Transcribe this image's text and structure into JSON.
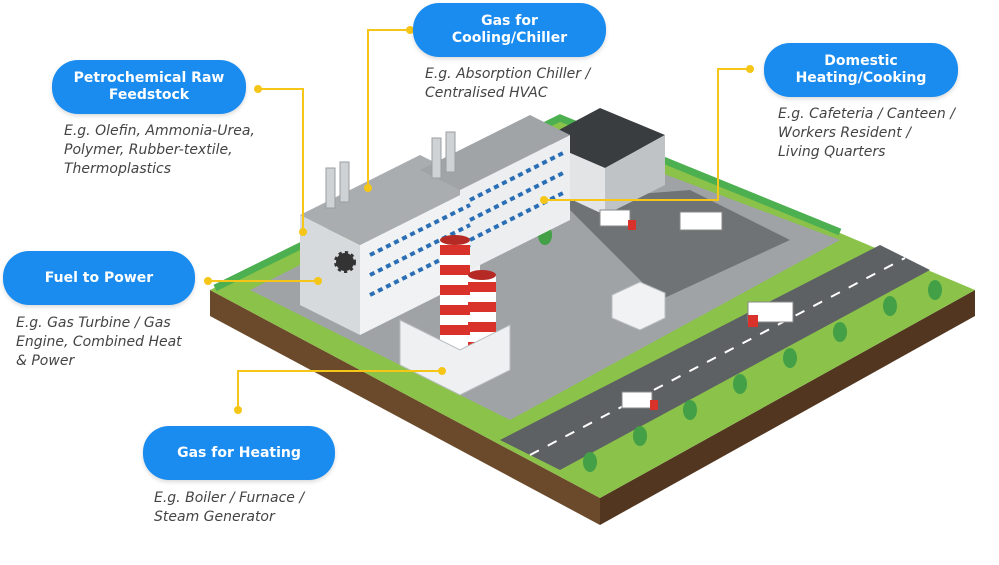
{
  "colors": {
    "pill": "#1a8cf0",
    "connector": "#f5c518",
    "grass": "#8bc34a",
    "soil": "#6b4a2b",
    "road": "#5d6163"
  },
  "labels": [
    {
      "title": "Gas for\nCooling/Chiller",
      "desc": "E.g. Absorption Chiller /\nCentralised HVAC"
    },
    {
      "title": "Petrochemical Raw\nFeedstock",
      "desc": "E.g. Olefin, Ammonia-Urea,\nPolymer, Rubber-textile,\nThermoplastics"
    },
    {
      "title": "Domestic\nHeating/Cooking",
      "desc": "E.g. Cafeteria / Canteen /\nWorkers Resident /\nLiving Quarters"
    },
    {
      "title": "Fuel to Power",
      "desc": "E.g. Gas Turbine / Gas\nEngine, Combined Heat\n& Power"
    },
    {
      "title": "Gas for Heating",
      "desc": "E.g. Boiler / Furnace /\nSteam Generator"
    }
  ]
}
